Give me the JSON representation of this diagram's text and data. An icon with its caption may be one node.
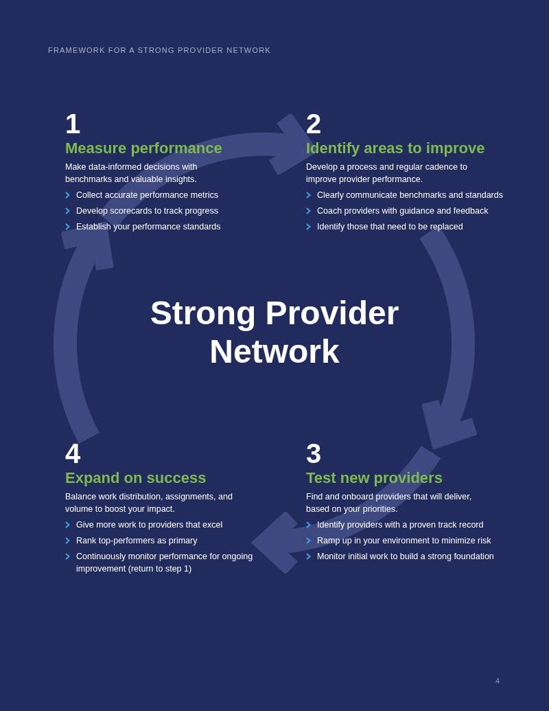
{
  "diagram": {
    "nodes": [
      {
        "text": [
          "1",
          "Measure performance",
          "Make data-informed decisions with benchmarks and valuable insights.",
          "Collect accurate performance metrics",
          "Develop scorecards to track progress",
          "Establish your performance standards"
        ]
      },
      {
        "text": [
          "2",
          "Identify areas to improve",
          "Develop a process and regular cadence to improve provider performance.",
          "Clearly communicate benchmarks and standards",
          "Coach providers with guidance and feedback",
          "Identify those that need to be replaced"
        ]
      },
      {
        "text": [
          "Strong Provider Network"
        ]
      },
      {
        "text": [
          "4",
          "Expand on success",
          "Balance work distribution, assignments, and volume to boost your impact.",
          "Give more work to providers that excel",
          "Rank top-performers as primary",
          "Continuously monitor performance for ongoing improvement (return to step 1)"
        ]
      },
      {
        "text": [
          "3",
          "Test new providers",
          "Find and onboard providers that will deliver, based on your priorities.",
          "Identify providers with a proven track record",
          "Ramp up in your environment to minimize risk",
          "Monitor initial work to build a strong foundation"
        ]
      }
    ],
    "edges": [
      {
        "from": 0,
        "to": 1,
        "arrow": "to"
      },
      {
        "from": 1,
        "to": 4,
        "arrow": "to"
      },
      {
        "from": 4,
        "to": 3,
        "arrow": "to"
      },
      {
        "from": 3,
        "to": 0,
        "arrow": "to"
      }
    ],
    "labels": [
      "FRAMEWORK FOR A STRONG PROVIDER NETWORK",
      "4"
    ]
  }
}
